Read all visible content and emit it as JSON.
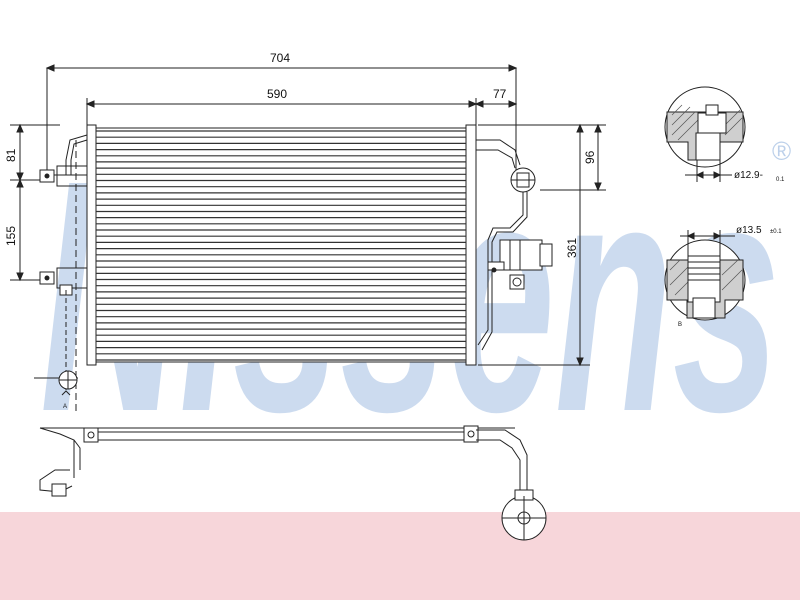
{
  "brand": {
    "watermark_text": "Nissens",
    "registered_mark": "®",
    "watermark_color": "#8fb0dc",
    "band_color": "#f7d6da"
  },
  "dimensions": {
    "overall_width": "704",
    "core_width": "590",
    "pipe_offset": "77",
    "top_bracket": "81",
    "bracket_spacing": "155",
    "core_height": "361",
    "port_offset": "96",
    "fitting_a_diameter": "ø12.9-",
    "fitting_a_tol": "0.1",
    "fitting_b_diameter": "ø13.5",
    "fitting_b_tol": "±0.1"
  },
  "labels": {
    "view_a": "A",
    "view_b": "B"
  }
}
